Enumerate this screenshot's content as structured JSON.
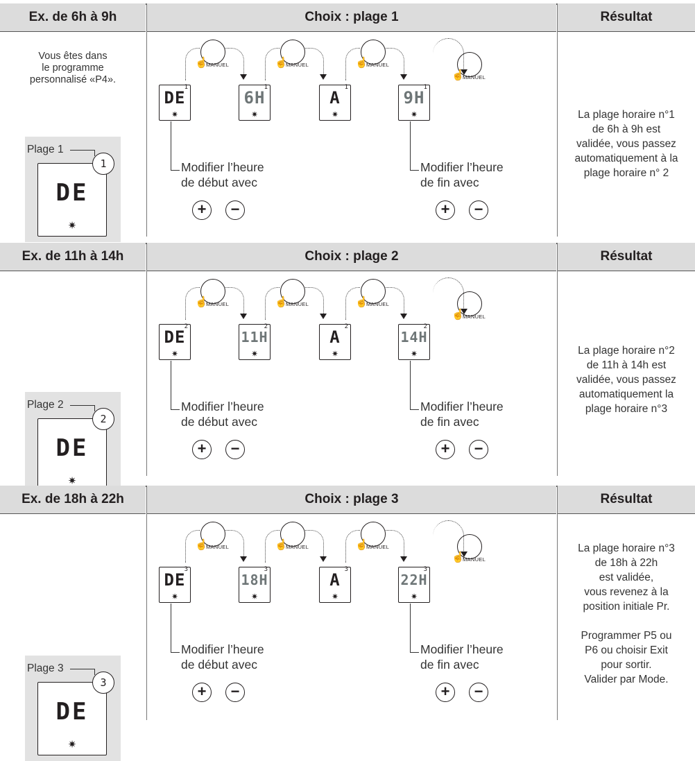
{
  "sections": [
    {
      "header_left": "Ex. de 6h à 9h",
      "header_mid": "Choix : plage 1",
      "header_right": "Résultat",
      "intro_lines": [
        "Vous êtes dans",
        "le programme",
        "personnalisé «P4»."
      ],
      "plage_label": "Plage 1",
      "plage_num": "1",
      "plage_lcd": "DE",
      "lcds": [
        {
          "text": "DE",
          "idx": "1",
          "highlight": false
        },
        {
          "text": "6H",
          "idx": "1",
          "highlight": true
        },
        {
          "text": "A",
          "idx": "1",
          "highlight": false
        },
        {
          "text": "9H",
          "idx": "1",
          "highlight": true
        }
      ],
      "caption_start": [
        "Modifier l’heure",
        "de début avec"
      ],
      "caption_end": [
        "Modifier l’heure",
        "de fin avec"
      ],
      "result_lines": [
        "La plage horaire n°1",
        "de 6h à 9h est",
        "validée, vous passez",
        "automatiquement à la",
        "plage horaire n° 2"
      ]
    },
    {
      "header_left": "Ex. de 11h à 14h",
      "header_mid": "Choix : plage 2",
      "header_right": "Résultat",
      "intro_lines": [],
      "plage_label": "Plage 2",
      "plage_num": "2",
      "plage_lcd": "DE",
      "lcds": [
        {
          "text": "DE",
          "idx": "2",
          "highlight": false
        },
        {
          "text": "11H",
          "idx": "2",
          "highlight": true
        },
        {
          "text": "A",
          "idx": "2",
          "highlight": false
        },
        {
          "text": "14H",
          "idx": "2",
          "highlight": true
        }
      ],
      "caption_start": [
        "Modifier l’heure",
        "de début avec"
      ],
      "caption_end": [
        "Modifier l’heure",
        "de fin avec"
      ],
      "result_lines": [
        "La plage horaire n°2",
        "de 11h à 14h est",
        "validée, vous passez",
        "automatiquement la",
        "plage horaire n°3"
      ]
    },
    {
      "header_left": "Ex. de 18h à 22h",
      "header_mid": "Choix : plage  3",
      "header_right": "Résultat",
      "intro_lines": [],
      "plage_label": "Plage 3",
      "plage_num": "3",
      "plage_lcd": "DE",
      "lcds": [
        {
          "text": "DE",
          "idx": "3",
          "highlight": false
        },
        {
          "text": "18H",
          "idx": "3",
          "highlight": true
        },
        {
          "text": "A",
          "idx": "3",
          "highlight": false
        },
        {
          "text": "22H",
          "idx": "3",
          "highlight": true
        }
      ],
      "caption_start": [
        "Modifier l’heure",
        "de début avec"
      ],
      "caption_end": [
        "Modifier l’heure",
        "de fin avec"
      ],
      "result_lines": [
        "La plage horaire n°3",
        "de 18h à 22h",
        "est validée,",
        "vous revenez à la",
        "position initiale Pr.",
        "",
        "Programmer P5 ou",
        "P6 ou choisir Exit",
        "pour sortir.",
        "Valider par Mode."
      ]
    }
  ],
  "manuel_label": "MANUEL",
  "plus_symbol": "+",
  "minus_symbol": "−",
  "star_symbol": "✷",
  "icons": [
    "hand-press-icon",
    "plus-circle-icon",
    "minus-circle-icon",
    "sun-icon"
  ]
}
